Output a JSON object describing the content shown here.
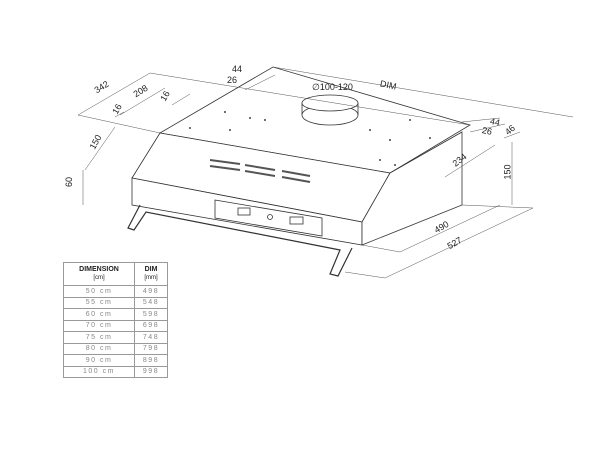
{
  "drawing": {
    "dimensions": {
      "depth_total": "342",
      "depth_208": "208",
      "gap_16_a": "16",
      "gap_16_b": "16",
      "top_44_left": "44",
      "top_26_left": "26",
      "duct_diameter": "∅100-120",
      "width": "DIM",
      "top_44_right": "44",
      "top_26_right": "26",
      "right_46": "46",
      "right_234": "234",
      "height_left_150": "150",
      "height_front_60": "60",
      "height_right_150": "150",
      "bottom_490": "490",
      "bottom_527": "527"
    }
  },
  "table": {
    "headers": [
      {
        "title": "DIMENSION",
        "unit": "[cm]"
      },
      {
        "title": "DIM",
        "unit": "[mm]"
      }
    ],
    "rows": [
      {
        "size": "50 cm",
        "dim": "498"
      },
      {
        "size": "55 cm",
        "dim": "548"
      },
      {
        "size": "60 cm",
        "dim": "598"
      },
      {
        "size": "70 cm",
        "dim": "698"
      },
      {
        "size": "75 cm",
        "dim": "748"
      },
      {
        "size": "80 cm",
        "dim": "798"
      },
      {
        "size": "90 cm",
        "dim": "898"
      },
      {
        "size": "100 cm",
        "dim": "998"
      }
    ]
  }
}
